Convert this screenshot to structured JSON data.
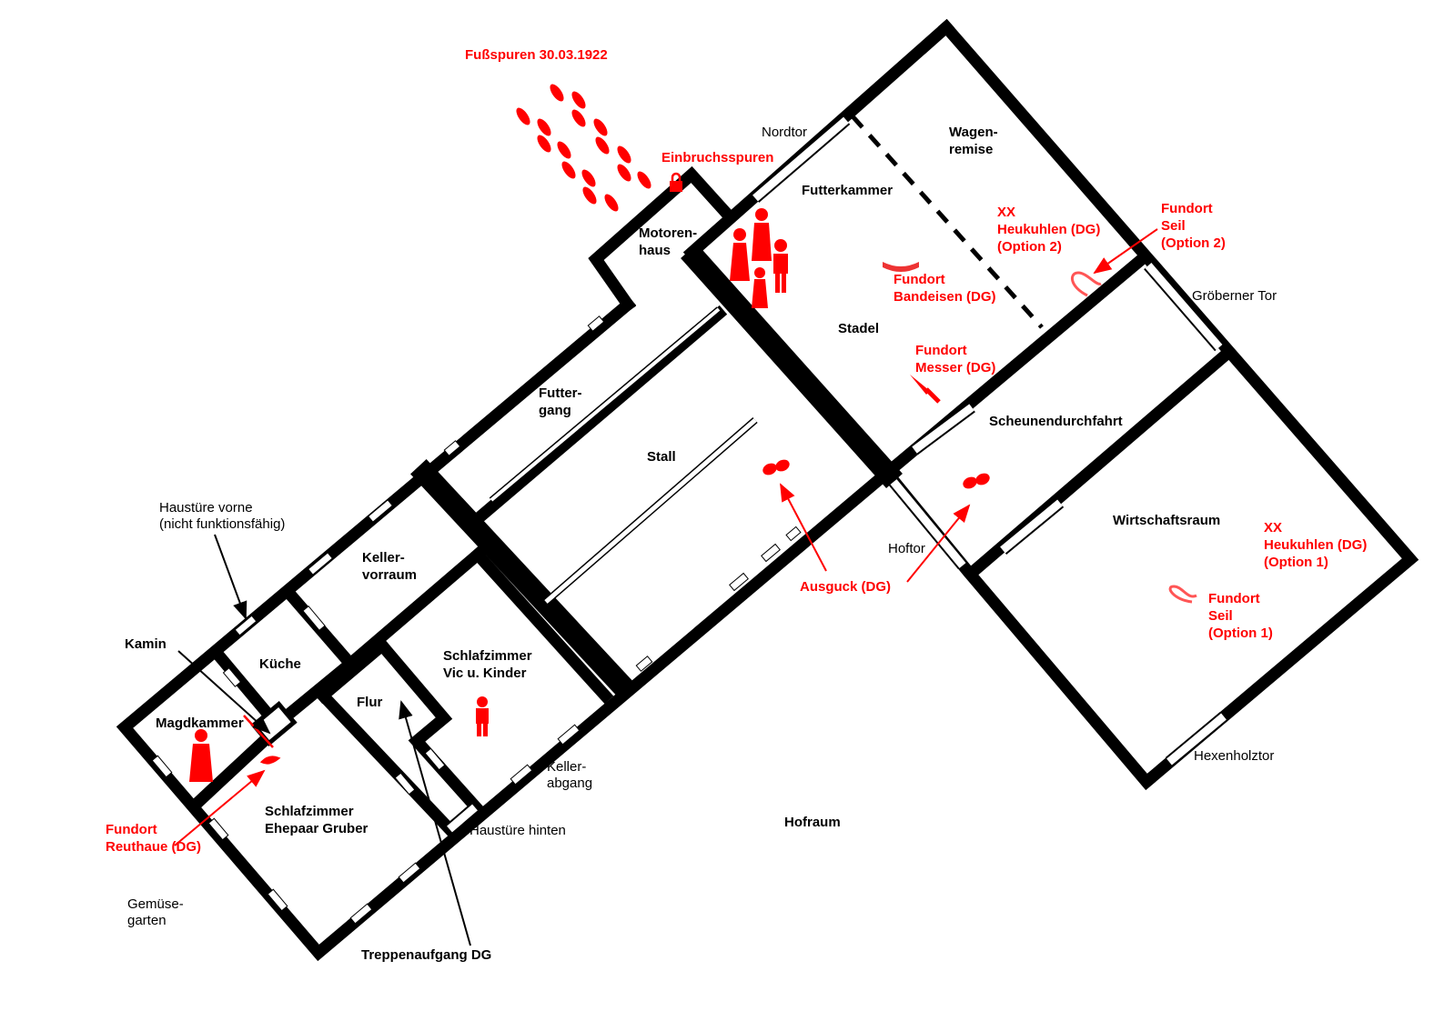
{
  "colors": {
    "wall": "#000000",
    "evidence": "#ff0000",
    "background": "#ffffff"
  },
  "annotations": {
    "footprints": "Fußspuren 30.03.1922",
    "break_in": "Einbruchsspuren",
    "rope_opt2": [
      "Fundort",
      "Seil",
      "(Option 2)"
    ],
    "hay_opt2": [
      "XX",
      "Heukuhlen (DG)",
      "(Option 2)"
    ],
    "band_iron": [
      "Fundort",
      "Bandeisen (DG)"
    ],
    "knife": [
      "Fundort",
      "Messer (DG)"
    ],
    "lookout": "Ausguck (DG)",
    "hay_opt1": [
      "XX",
      "Heukuhlen (DG)",
      "(Option 1)"
    ],
    "rope_opt1": [
      "Fundort",
      "Seil",
      "(Option 1)"
    ],
    "mattock": [
      "Fundort",
      "Reuthaue (DG)"
    ]
  },
  "rooms": {
    "wagenremise": [
      "Wagen-",
      "remise"
    ],
    "futterkammer": "Futterkammer",
    "motorenhaus": [
      "Motoren-",
      "haus"
    ],
    "stadel": "Stadel",
    "futtergang": [
      "Futter-",
      "gang"
    ],
    "scheunendurchfahrt": "Scheunendurchfahrt",
    "stall": "Stall",
    "wirtschaftsraum": "Wirtschaftsraum",
    "kellervorraum": [
      "Keller-",
      "vorraum"
    ],
    "kamin": "Kamin",
    "kueche": "Küche",
    "schlafzimmer_vic": [
      "Schlafzimmer",
      "Vic u. Kinder"
    ],
    "flur": "Flur",
    "magdkammer": "Magdkammer",
    "schlafzimmer_gruber": [
      "Schlafzimmer",
      "Ehepaar Gruber"
    ],
    "hofraum": "Hofraum",
    "treppenaufgang": "Treppenaufgang DG"
  },
  "exits": {
    "nordtor": "Nordtor",
    "groeberner_tor": "Gröberner Tor",
    "hoftor": "Hoftor",
    "hexenholztor": "Hexenholztor",
    "haustuere_vorne": [
      "Haustüre vorne",
      "(nicht funktionsfähig)"
    ],
    "haustuere_hinten": "Haustüre hinten",
    "kellerabgang": [
      "Keller-",
      "abgang"
    ],
    "gemuesegarten": [
      "Gemüse-",
      "garten"
    ]
  },
  "icons": [
    "footprints-icon",
    "lock-icon",
    "family-icon",
    "person-icon",
    "woman-icon",
    "binoculars-icon",
    "knife-icon",
    "rope-icon",
    "band-iron-icon",
    "mattock-icon"
  ]
}
